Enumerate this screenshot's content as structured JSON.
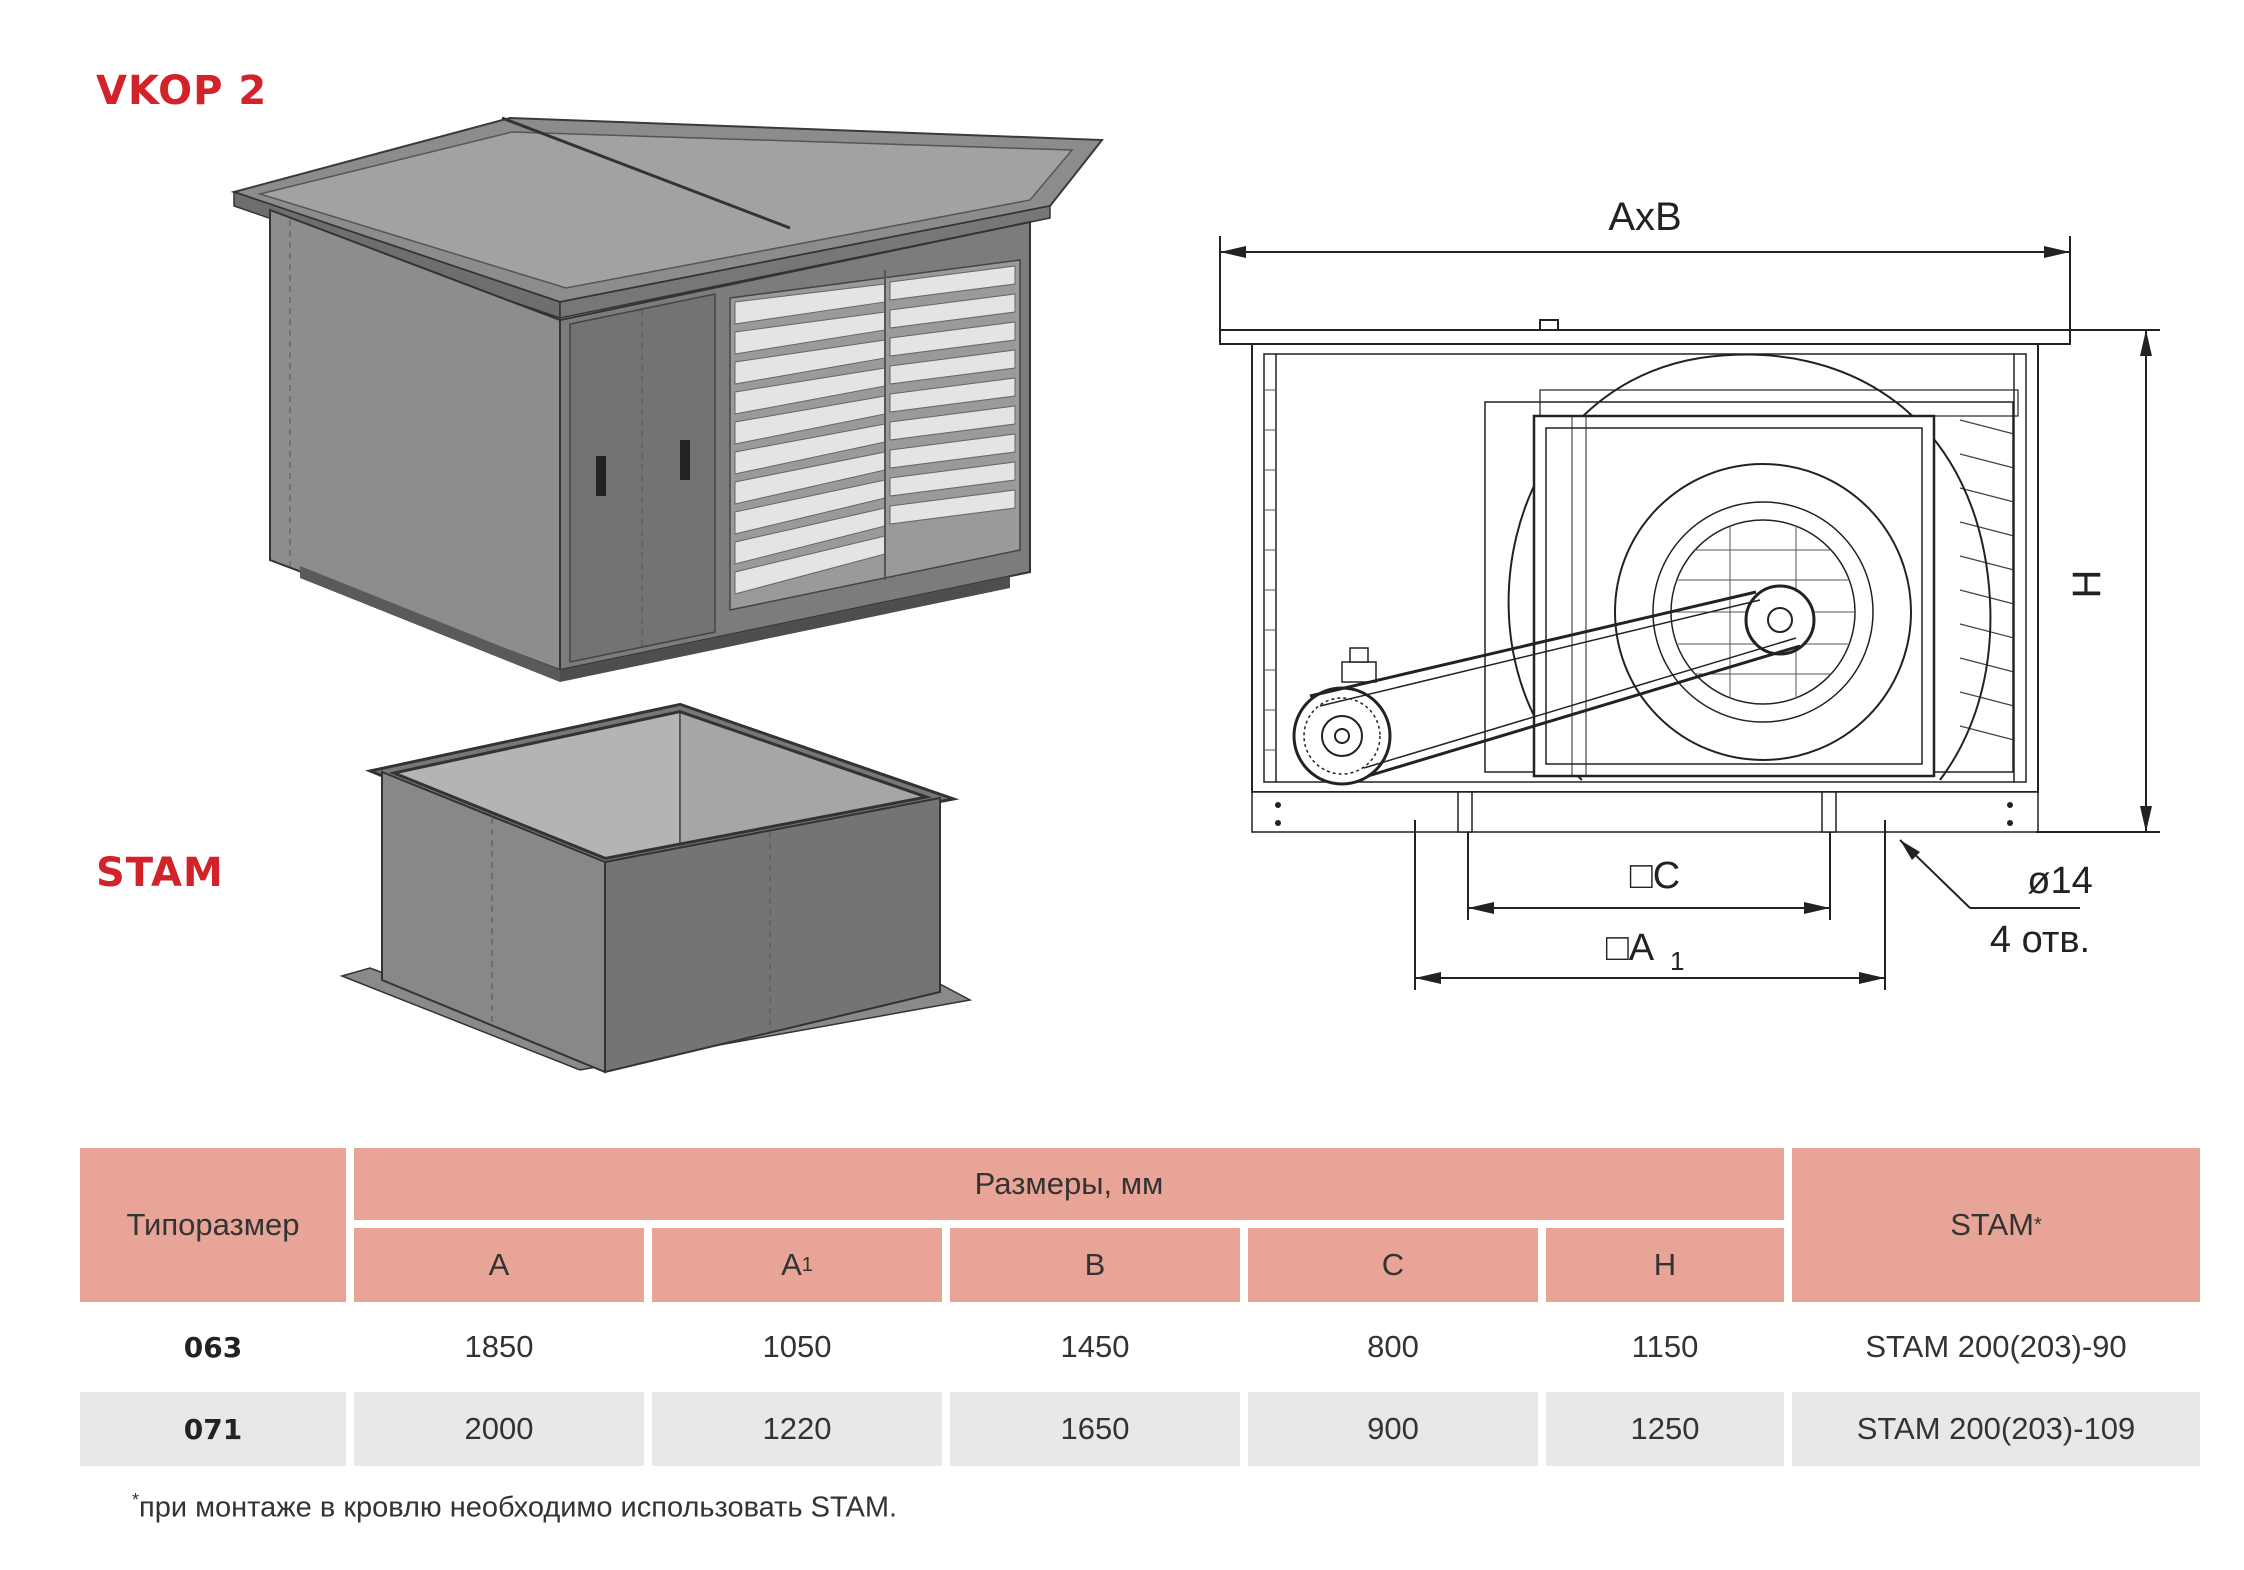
{
  "titles": {
    "unit": "VKOP 2",
    "base": "STAM"
  },
  "drawing": {
    "dim_axb": "AxB",
    "dim_h": "H",
    "dim_c": "□C",
    "dim_a1_box": "□A",
    "dim_a1_sub": "1",
    "hole_dia": "ø14",
    "hole_count": "4 отв."
  },
  "table": {
    "col_model": "Типоразмер",
    "group_sizes": "Размеры, мм",
    "col_stam": "STAM",
    "col_stam_mark": "*",
    "cols": [
      "A",
      "A",
      "B",
      "C",
      "H"
    ],
    "col_a1_sub": "1",
    "rows": [
      {
        "model": "063",
        "A": "1850",
        "A1": "1050",
        "B": "1450",
        "C": "800",
        "H": "1150",
        "stam": "STAM 200(203)-90"
      },
      {
        "model": "071",
        "A": "2000",
        "A1": "1220",
        "B": "1650",
        "C": "900",
        "H": "1250",
        "stam": "STAM 200(203)-109"
      }
    ]
  },
  "footnote": {
    "mark": "*",
    "text": "при монтаже в кровлю необходимо использовать STAM."
  },
  "colors": {
    "accent_red": "#d2232a",
    "header_fill": "#e8a597",
    "row_alt": "#e8e8ea"
  }
}
